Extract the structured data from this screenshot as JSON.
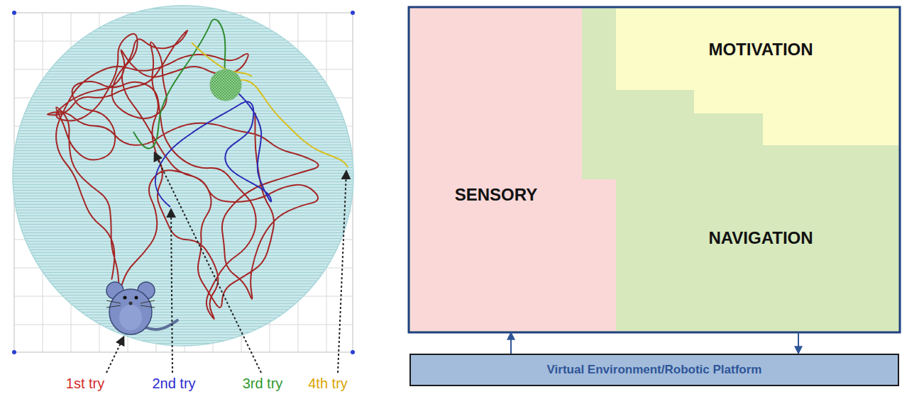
{
  "diagram": {
    "nodes": [
      {
        "text": [
          "SENSORY"
        ]
      },
      {
        "text": [
          "MOTIVATION"
        ]
      },
      {
        "text": [
          "NAVIGATION"
        ]
      },
      {
        "text": [
          "Virtual Environment/Robotic Platform"
        ]
      }
    ],
    "edges": [
      {
        "from": 3,
        "to": 0,
        "arrow": "to"
      },
      {
        "from": 2,
        "to": 3,
        "arrow": "to"
      }
    ],
    "labels": [
      "1st try",
      "2nd try",
      "3rd try",
      "4th try"
    ]
  }
}
